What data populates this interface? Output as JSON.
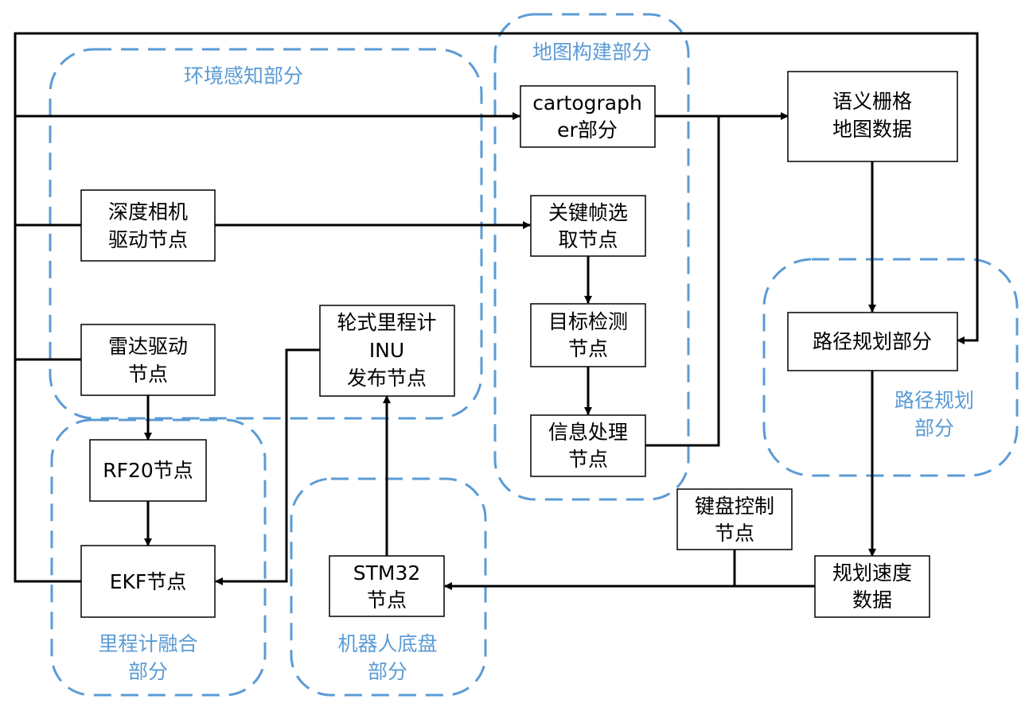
{
  "colors": {
    "group_border": "#5b9bd5",
    "group_label": "#5b9bd5",
    "node_border": "#000000",
    "edge": "#000000",
    "background": "#ffffff"
  },
  "groups": {
    "env": [
      "环境感知部分"
    ],
    "map": [
      "地图构建部分"
    ],
    "path": [
      "路径规划",
      "部分"
    ],
    "odom": [
      "里程计融合",
      "部分"
    ],
    "chassis": [
      "机器人底盘",
      "部分"
    ]
  },
  "nodes": {
    "cartographer": [
      "cartograph",
      "er部分"
    ],
    "depth_camera": [
      "深度相机",
      "驱动节点"
    ],
    "lidar": [
      "雷达驱动",
      "节点"
    ],
    "rf20": [
      "RF20节点"
    ],
    "ekf": [
      "EKF节点"
    ],
    "wheel_odom": [
      "轮式里程计",
      "INU",
      "发布节点"
    ],
    "stm32": [
      "STM32",
      "节点"
    ],
    "keyframe": [
      "关键帧选",
      "取节点"
    ],
    "detection": [
      "目标检测",
      "节点"
    ],
    "info_proc": [
      "信息处理",
      "节点"
    ],
    "semantic_map": [
      "语义栅格",
      "地图数据"
    ],
    "path_planning": [
      "路径规划部分"
    ],
    "keyboard": [
      "键盘控制",
      "节点"
    ],
    "speed_data": [
      "规划速度",
      "数据"
    ]
  }
}
